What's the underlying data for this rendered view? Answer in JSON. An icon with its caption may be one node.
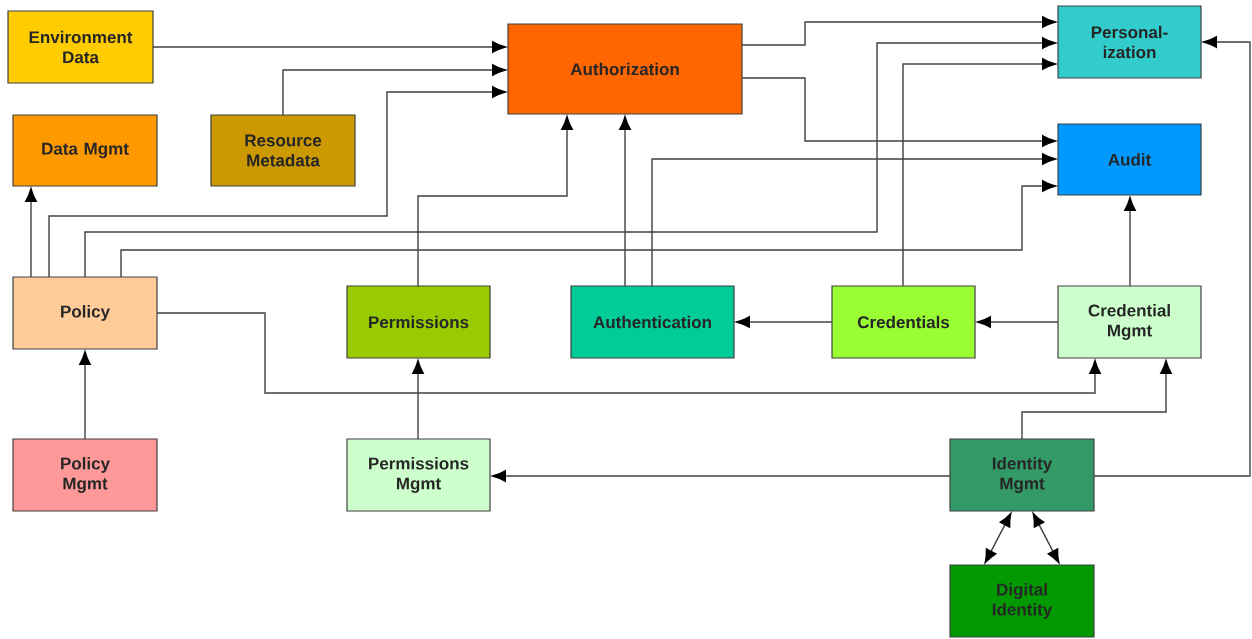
{
  "diagram": {
    "nodes": [
      {
        "text": [
          "Environment Data"
        ]
      },
      {
        "text": [
          "Authorization"
        ]
      },
      {
        "text": [
          "Personal-ization"
        ]
      },
      {
        "text": [
          "Data Mgmt"
        ]
      },
      {
        "text": [
          "Resource Metadata"
        ]
      },
      {
        "text": [
          "Audit"
        ]
      },
      {
        "text": [
          "Policy"
        ]
      },
      {
        "text": [
          "Permissions"
        ]
      },
      {
        "text": [
          "Authentication"
        ]
      },
      {
        "text": [
          "Credentials"
        ]
      },
      {
        "text": [
          "Credential Mgmt"
        ]
      },
      {
        "text": [
          "Policy Mgmt"
        ]
      },
      {
        "text": [
          "Permissions Mgmt"
        ]
      },
      {
        "text": [
          "Identity Mgmt"
        ]
      },
      {
        "text": [
          "Digital Identity"
        ]
      }
    ],
    "edges": [
      {
        "from": 0,
        "to": 1,
        "arrow": "to"
      },
      {
        "from": 4,
        "to": 1,
        "arrow": "to"
      },
      {
        "from": 6,
        "to": 1,
        "arrow": "to"
      },
      {
        "from": 6,
        "to": 3,
        "arrow": "to"
      },
      {
        "from": 6,
        "to": 2,
        "arrow": "to"
      },
      {
        "from": 6,
        "to": 5,
        "arrow": "to"
      },
      {
        "from": 6,
        "to": 10,
        "arrow": "to"
      },
      {
        "from": 7,
        "to": 1,
        "arrow": "to"
      },
      {
        "from": 8,
        "to": 1,
        "arrow": "to"
      },
      {
        "from": 8,
        "to": 5,
        "arrow": "to"
      },
      {
        "from": 1,
        "to": 2,
        "arrow": "to"
      },
      {
        "from": 1,
        "to": 5,
        "arrow": "to"
      },
      {
        "from": 9,
        "to": 2,
        "arrow": "to"
      },
      {
        "from": 9,
        "to": 8,
        "arrow": "to"
      },
      {
        "from": 10,
        "to": 9,
        "arrow": "to"
      },
      {
        "from": 10,
        "to": 5,
        "arrow": "to"
      },
      {
        "from": 11,
        "to": 6,
        "arrow": "to"
      },
      {
        "from": 12,
        "to": 7,
        "arrow": "to"
      },
      {
        "from": 13,
        "to": 12,
        "arrow": "to"
      },
      {
        "from": 13,
        "to": 10,
        "arrow": "to"
      },
      {
        "from": 13,
        "to": 2,
        "arrow": "to"
      },
      {
        "from": 13,
        "to": 14,
        "arrow": "both"
      },
      {
        "from": 13,
        "to": 14,
        "arrow": "both"
      }
    ]
  }
}
